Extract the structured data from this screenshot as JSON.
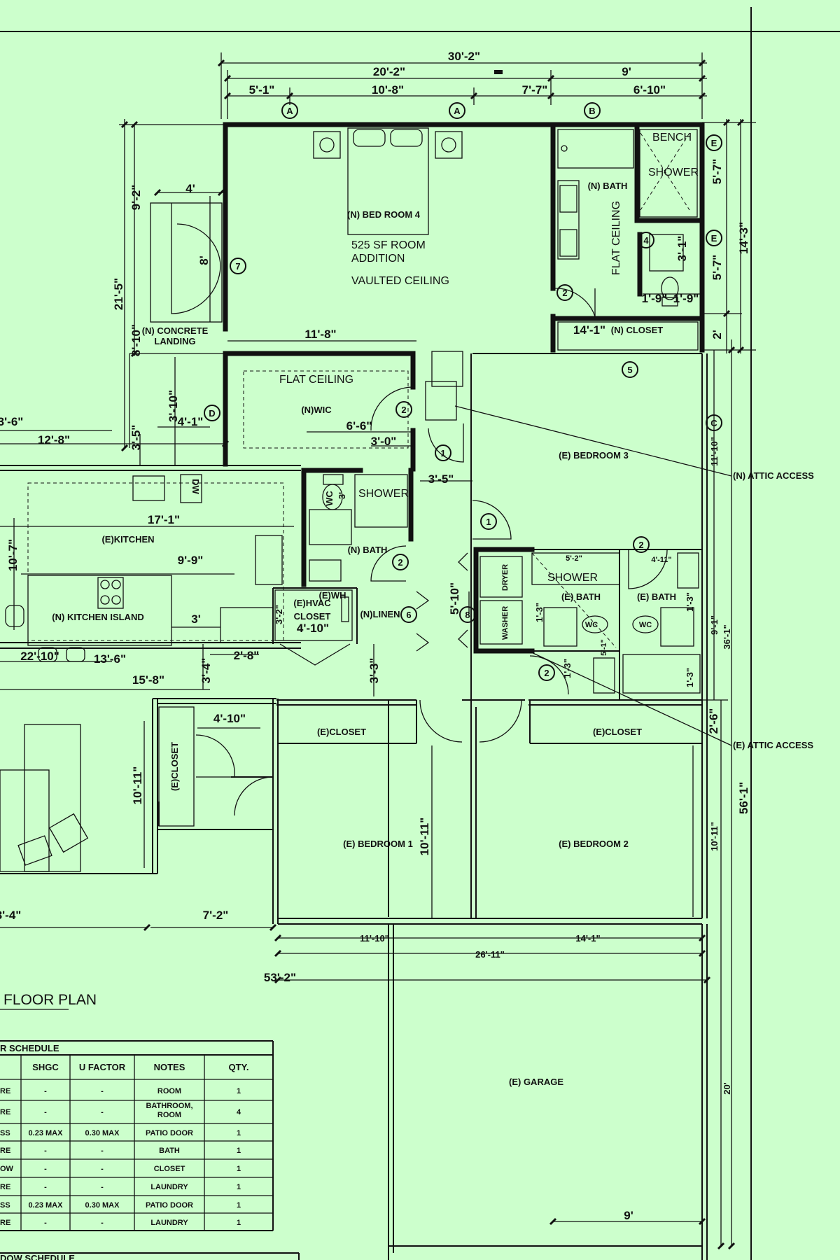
{
  "plan": {
    "title": "FLOOR  PLAN",
    "dimensions": {
      "top_total": "30'-2\"",
      "top_left": "20'-2\"",
      "top_right": "9'",
      "seg_a": "5'-1\"",
      "seg_b": "10'-8\"",
      "seg_c": "7'-7\"",
      "seg_d": "6'-10\"",
      "left_a": "9'-2\"",
      "left_b": "21'-5\"",
      "left_c": "8'-10\"",
      "left_d": "3'-5\"",
      "left_e": "3'-10\"",
      "right_a": "5'-7\"",
      "right_b": "5'-7\"",
      "right_c": "2'",
      "right_d": "14'-3\"",
      "right_e": "11'-10\"",
      "right_f": "9'-1\"",
      "right_g": "36'-1\"",
      "right_h": "2'-6\"",
      "right_i": "10'-11\"",
      "right_j": "56'-1\"",
      "right_k": "20'",
      "d_4": "4'",
      "d_8": "8'",
      "d_11_8": "11'-8\"",
      "d_14_1": "14'-1\"",
      "d_6_6": "6'-6\"",
      "d_3_0": "3'-0\"",
      "d_3_5": "3'-5\"",
      "d_4_1": "4'-1\"",
      "d_3_6": "3'-6\"",
      "d_12_8": "12'-8\"",
      "d_17_1": "17'-1\"",
      "d_9_9": "9'-9\"",
      "d_10_7": "10'-7\"",
      "d_3": "3'",
      "d_3_2": "3'-2\"",
      "d_4_10a": "4'-10\"",
      "d_22_10": "22'-10\"",
      "d_13_6": "13'-6\"",
      "d_2_8": "2'-8\"",
      "d_3_4": "3'-4\"",
      "d_15_8": "15'-8\"",
      "d_3_3": "3'-3\"",
      "d_5_10": "5'-10\"",
      "d_4_10b": "4'-10\"",
      "d_10_11a": "10'-11\"",
      "d_10_11b": "10'-11\"",
      "d_8_4": "8'-4\"",
      "d_7_2": "7'-2\"",
      "d_11_10": "11'-10\"",
      "d_14_1b": "14'-1\"",
      "d_26_11": "26'-11\"",
      "d_53_2": "53'-2\"",
      "d_9": "9'",
      "d_1_9a": "1'-9\"",
      "d_1_9b": "1'-9\"",
      "d_3_1": "3'-1\"",
      "d_5_2": "5'-2\"",
      "d_4_11": "4'-11\"",
      "d_1_3a": "1'-3\"",
      "d_1_3b": "1'-3\"",
      "d_1_3c": "1'-3\"",
      "d_1_3d": "1'-3\"",
      "d_5_1": "5'-1\"",
      "d_3_wc": "3'"
    },
    "rooms": {
      "bed4": "(N) BED ROOM 4",
      "addition1": "525 SF  ROOM",
      "addition2": "ADDITION",
      "vaulted": "VAULTED CEILING",
      "nbath": "(N) BATH",
      "flat1": "FLAT CEILING",
      "bench": "BENCH",
      "shower1": "SHOWER",
      "closet_n": "(N) CLOSET",
      "concrete1": "(N) CONCRETE",
      "concrete2": "LANDING",
      "flat2": "FLAT CEILING",
      "wic": "(N)WIC",
      "bed3": "(E) BEDROOM 3",
      "attic1": "(N) ATTIC ACCESS",
      "attic2": "(E) ATTIC ACCESS",
      "kitchen": "(E)KITCHEN",
      "island": "(N) KITCHEN ISLAND",
      "dw": "DW",
      "shower2": "SHOWER",
      "nbath2": "(N) BATH",
      "wc1": "WC",
      "hvac1": "(E)HVAC",
      "hvac2": "CLOSET",
      "wh": "(E)WH",
      "linen": "(N)LINEN",
      "dryer": "DRYER",
      "washer": "WASHER",
      "shower3": "SHOWER",
      "ebath1": "(E) BATH",
      "ebath2": "(E) BATH",
      "wc2": "WC",
      "wc3": "WC",
      "eclosetL": "(E)CLOSET",
      "ecloset1": "(E)CLOSET",
      "ecloset2": "(E)CLOSET",
      "bed1": "(E) BEDROOM 1",
      "bed2": "(E) BEDROOM 2",
      "garage": "(E) GARAGE"
    },
    "tags": {
      "a1": "A",
      "a2": "A",
      "b": "B",
      "c": "C",
      "d": "D",
      "e1": "E",
      "e2": "E",
      "n1": "1",
      "n1b": "1",
      "n2a": "2",
      "n2b": "2",
      "n2c": "2",
      "n2d": "2",
      "n2e": "2",
      "n4": "4",
      "n5": "5",
      "n6": "6",
      "n7": "7",
      "n8": "8"
    }
  },
  "door_schedule": {
    "title": "R SCHEDULE",
    "headers": [
      "SHGC",
      "U FACTOR",
      "NOTES",
      "QTY."
    ],
    "rows": [
      {
        "type": "RE",
        "shgc": "-",
        "ufactor": "-",
        "notes": "ROOM",
        "qty": "1"
      },
      {
        "type": "RE",
        "shgc": "-",
        "ufactor": "-",
        "notes": "BATHROOM, ROOM",
        "qty": "4"
      },
      {
        "type": "SS",
        "shgc": "0.23 MAX",
        "ufactor": "0.30 MAX",
        "notes": "PATIO DOOR",
        "qty": "1"
      },
      {
        "type": "RE",
        "shgc": "-",
        "ufactor": "-",
        "notes": "BATH",
        "qty": "1"
      },
      {
        "type": "OW",
        "shgc": "-",
        "ufactor": "-",
        "notes": "CLOSET",
        "qty": "1"
      },
      {
        "type": "RE",
        "shgc": "-",
        "ufactor": "-",
        "notes": "LAUNDRY",
        "qty": "1"
      },
      {
        "type": "SS",
        "shgc": "0.23 MAX",
        "ufactor": "0.30 MAX",
        "notes": "PATIO DOOR",
        "qty": "1"
      },
      {
        "type": "RE",
        "shgc": "-",
        "ufactor": "-",
        "notes": "LAUNDRY",
        "qty": "1"
      }
    ]
  },
  "window_schedule": {
    "title": "DOW SCHEDULE"
  }
}
